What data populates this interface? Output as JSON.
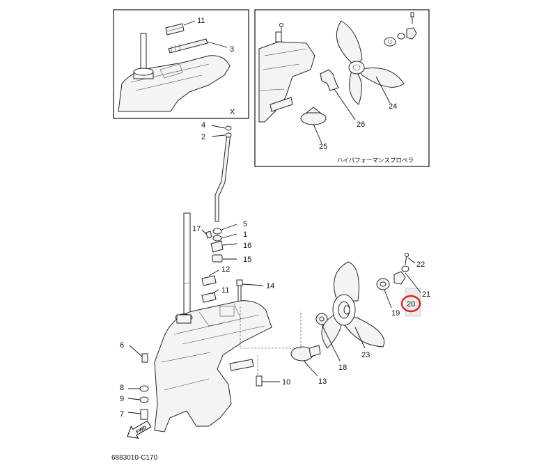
{
  "diagram_code": "6883010-C170",
  "inset_x": {
    "view_label": "X",
    "part_labels": [
      "11",
      "3"
    ]
  },
  "inset_hp": {
    "caption": "ハイパフォーマンスプロペラ",
    "part_labels": [
      "24",
      "26",
      "25"
    ]
  },
  "main_part_labels": [
    "4",
    "2",
    "5",
    "1",
    "17",
    "16",
    "15",
    "12",
    "11",
    "14",
    "22",
    "21",
    "20",
    "19",
    "23",
    "18",
    "6",
    "13",
    "10",
    "8",
    "9",
    "7"
  ],
  "fwd_arrow": {
    "text": "FWD",
    "icon": "fwd-arrow-icon"
  },
  "highlight": {
    "part": "20",
    "color": "#e02020",
    "fill": "#ebebeb"
  }
}
